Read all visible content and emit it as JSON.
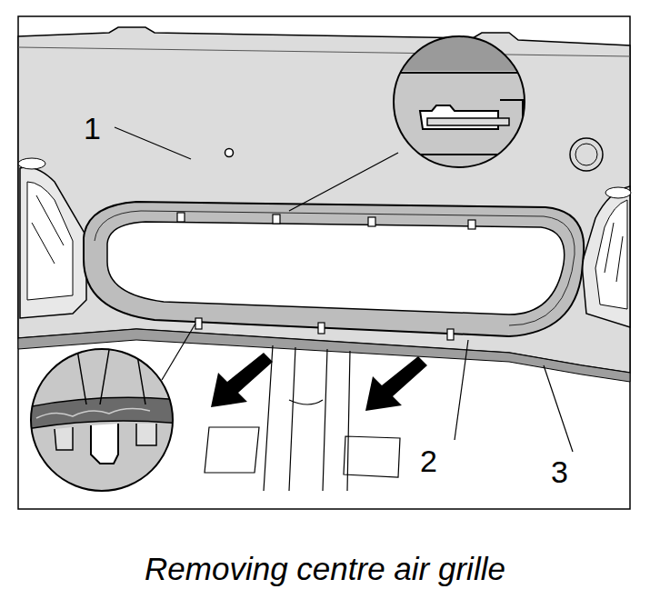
{
  "diagram": {
    "caption": "Removing centre air grille",
    "labels": [
      "1",
      "2",
      "3"
    ]
  }
}
